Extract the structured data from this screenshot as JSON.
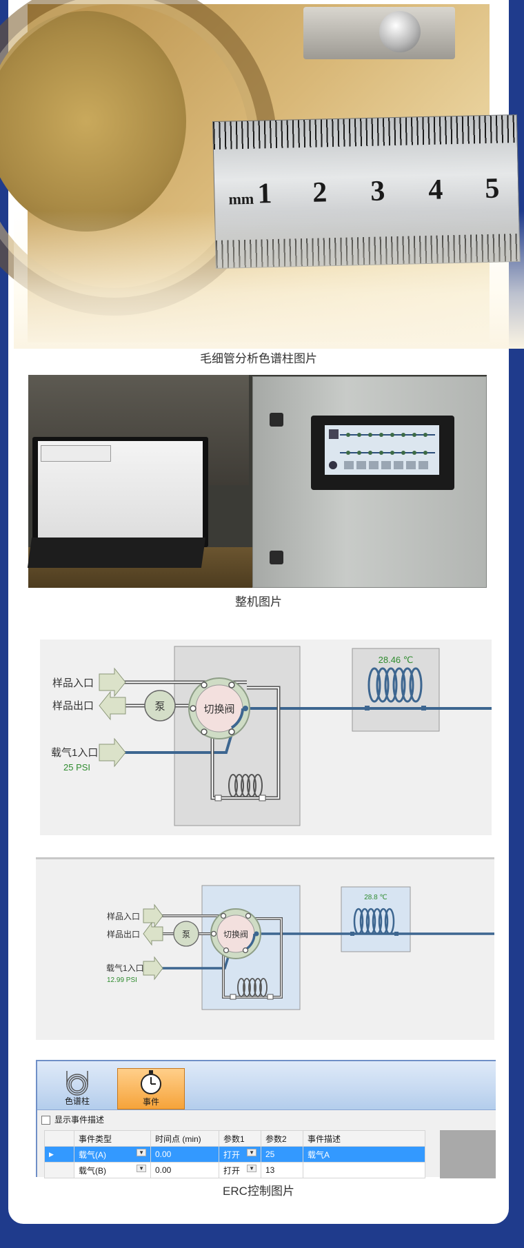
{
  "captions": {
    "photo1": "毛细管分析色谱柱图片",
    "photo2": "整机图片",
    "software": "ERC控制图片"
  },
  "ruler": {
    "unit": "mm",
    "numbers": [
      "1",
      "2",
      "3",
      "4",
      "5"
    ]
  },
  "diagram1": {
    "sample_in": "样品入口",
    "sample_out": "样品出口",
    "carrier_in": "载气1入口",
    "pressure": "25   PSI",
    "pump": "泵",
    "valve": "切换阀",
    "oven_temp": "28.46 ℃"
  },
  "diagram2": {
    "sample_in": "样品入口",
    "sample_out": "样品出口",
    "carrier_in": "载气1入口",
    "pressure": "12.99   PSI",
    "pump": "泵",
    "valve": "切换阀",
    "oven_temp": "28.8 ℃"
  },
  "software": {
    "toolbar": [
      {
        "label": "色谱柱",
        "icon": "coil-column-icon"
      },
      {
        "label": "事件",
        "icon": "stopwatch-icon"
      }
    ],
    "show_event_desc": "显示事件描述",
    "columns": [
      "事件类型",
      "时间点 (min)",
      "参数1",
      "参数2",
      "事件描述"
    ],
    "rows": [
      {
        "type": "载气(A)",
        "time": "0.00",
        "p1": "打开",
        "p2": "25",
        "desc": "载气A"
      },
      {
        "type": "载气(B)",
        "time": "0.00",
        "p1": "打开",
        "p2": "13",
        "desc": ""
      }
    ]
  },
  "colors": {
    "background": "#1f3b8c",
    "selected_row": "#3399ff",
    "events_button": "#f6a33a",
    "flow_line": "#3d6690",
    "temp_text": "#2e8b2e"
  }
}
